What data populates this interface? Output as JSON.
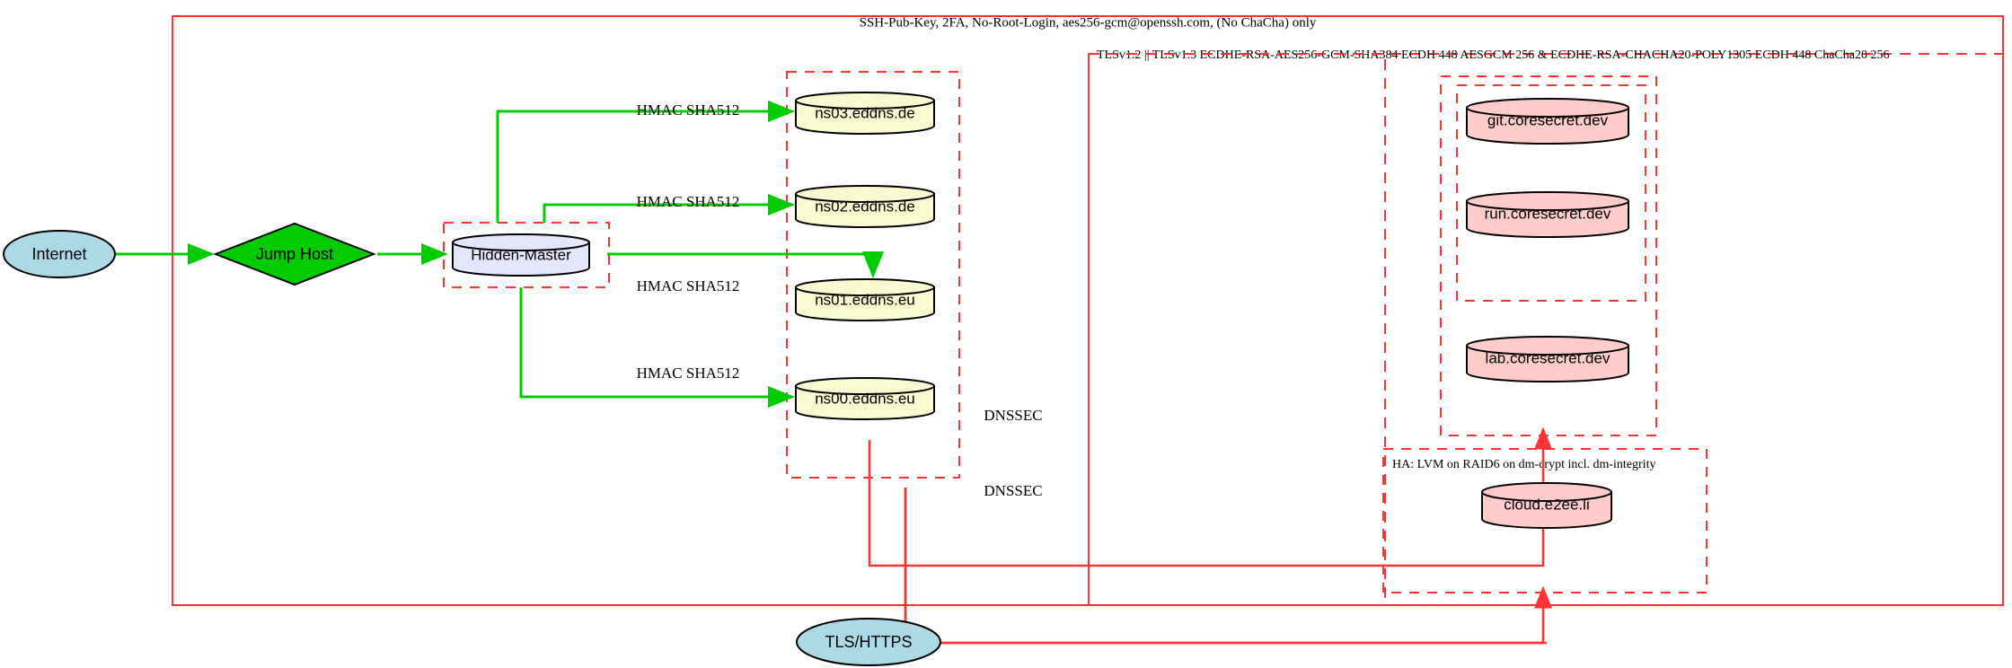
{
  "diagram": {
    "title_boundary_label": "SSH-Pub-Key, 2FA, No-Root-Login, aes256-gcm@openssh.com, (No ChaCha) only",
    "tls_boundary_label": "TLSv1.2 || TLSv1.3 ECDHE-RSA-AES256-GCM-SHA384 ECDH 448 AESGCM 256 & ECDHE-RSA-CHACHA20-POLY1305 ECDH 448 ChaCha20 256",
    "ha_boundary_label": "HA: LVM on RAID6 on dm-crypt incl. dm-integrity"
  },
  "nodes": {
    "internet": {
      "label": "Internet",
      "shape": "ellipse",
      "fill": "#add8e6"
    },
    "jump_host": {
      "label": "Jump Host",
      "shape": "diamond",
      "fill": "#00cc00"
    },
    "hidden_master": {
      "label": "Hidden-Master",
      "shape": "cylinder",
      "fill": "#e6e6fa"
    },
    "tls_https": {
      "label": "TLS/HTTPS",
      "shape": "ellipse",
      "fill": "#add8e6"
    },
    "ns03": {
      "label": "ns03.eddns.de",
      "shape": "cylinder",
      "fill": "#fafad2"
    },
    "ns02": {
      "label": "ns02.eddns.de",
      "shape": "cylinder",
      "fill": "#fafad2"
    },
    "ns01": {
      "label": "ns01.eddns.eu",
      "shape": "cylinder",
      "fill": "#fafad2"
    },
    "ns00": {
      "label": "ns00.eddns.eu",
      "shape": "cylinder",
      "fill": "#fafad2"
    },
    "git": {
      "label": "git.coresecret.dev",
      "shape": "cylinder",
      "fill": "#ffcccc"
    },
    "run": {
      "label": "run.coresecret.dev",
      "shape": "cylinder",
      "fill": "#ffcccc"
    },
    "lab": {
      "label": "lab.coresecret.dev",
      "shape": "cylinder",
      "fill": "#ffcccc"
    },
    "cloud": {
      "label": "cloud.e2ee.li",
      "shape": "cylinder",
      "fill": "#ffcccc"
    }
  },
  "edge_labels": {
    "hmac_ns03": "HMAC SHA512",
    "hmac_ns02": "HMAC SHA512",
    "hmac_ns01": "HMAC SHA512",
    "hmac_ns00": "HMAC SHA512",
    "dnssec_1": "DNSSEC",
    "dnssec_2": "DNSSEC"
  },
  "colors": {
    "boundary": "#ff3333",
    "secure_edge": "#00cc00",
    "tls_edge": "#ff3333",
    "node_stroke": "#000000",
    "internet_fill": "#add8e6",
    "jump_fill": "#00cc00",
    "master_fill": "#e6e6fa",
    "dns_fill": "#fafad2",
    "service_fill": "#ffcccc"
  }
}
